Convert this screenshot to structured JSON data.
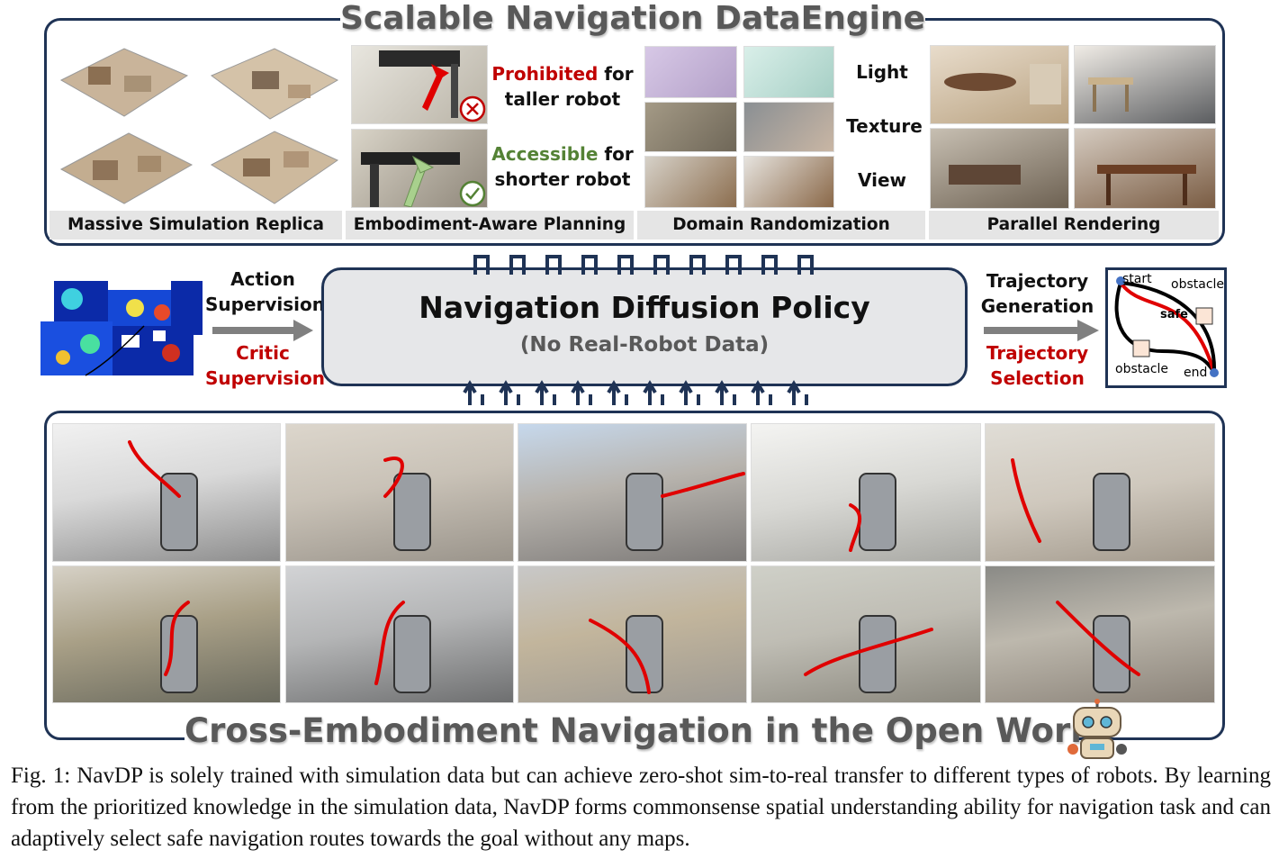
{
  "top_frame": {
    "title": "Scalable Navigation DataEngine",
    "labels": [
      "Massive Simulation Replica",
      "Embodiment-Aware Planning",
      "Domain Randomization",
      "Parallel Rendering"
    ],
    "prohibited": {
      "colored": "Prohibited",
      "rest1": " for",
      "rest2": "taller robot"
    },
    "accessible": {
      "colored": "Accessible",
      "rest1": " for",
      "rest2": "shorter robot"
    },
    "randomization": [
      "Light",
      "Texture",
      "View"
    ]
  },
  "middle": {
    "left_arrow": {
      "line1": "Action",
      "line2": "Supervision",
      "line3": "Critic",
      "line4": "Supervision"
    },
    "policy_title": "Navigation Diffusion Policy",
    "policy_subtitle": "(No Real-Robot Data)",
    "right_arrow": {
      "line1": "Trajectory",
      "line2": "Generation",
      "line3": "Trajectory",
      "line4": "Selection"
    },
    "diagram": {
      "start": "start",
      "end": "end",
      "obstacle": "obstacle",
      "safe": "safe"
    }
  },
  "bottom_frame": {
    "title": "Cross-Embodiment Navigation in the Open World"
  },
  "caption": "Fig. 1: NavDP is solely trained with simulation data but can achieve zero-shot sim-to-real transfer to different types of robots. By learning from the prioritized knowledge in the simulation data, NavDP forms commonsense spatial understanding ability for navigation task and can adaptively select safe navigation routes towards the goal without any maps.",
  "colors": {
    "frame": "#1f3355",
    "prohibited": "#c00000",
    "accessible": "#548235",
    "trajectory": "#e00000"
  }
}
